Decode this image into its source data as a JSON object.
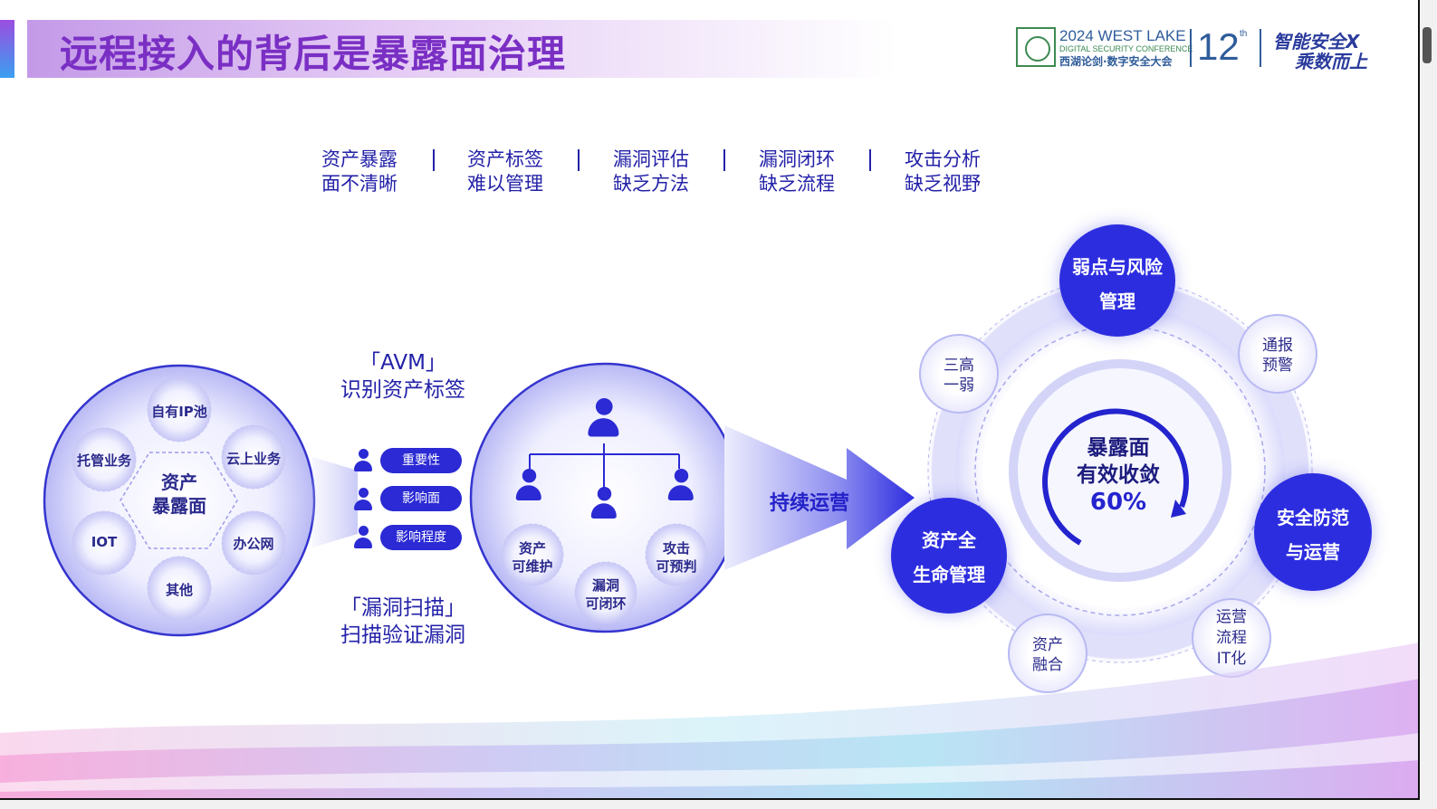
{
  "header": {
    "title": "远程接入的背后是暴露面治理",
    "logo_line1": "2024 WEST LAKE",
    "logo_line2": "DIGITAL SECURITY CONFERENCE",
    "logo_line3": "西湖论剑·数字安全大会",
    "logo_edition": "12",
    "logo_edition_suffix": "th",
    "slogan_line1": "智能安全X",
    "slogan_line2": "乘数而上"
  },
  "issues": [
    {
      "line1": "资产暴露",
      "line2": "面不清晰"
    },
    {
      "line1": "资产标签",
      "line2": "难以管理"
    },
    {
      "line1": "漏洞评估",
      "line2": "缺乏方法"
    },
    {
      "line1": "漏洞闭环",
      "line2": "缺乏流程"
    },
    {
      "line1": "攻击分析",
      "line2": "缺乏视野"
    }
  ],
  "exposure_circle": {
    "center_line1": "资产",
    "center_line2": "暴露面",
    "items": [
      "自有IP池",
      "云上业务",
      "办公网",
      "其他",
      "IOT",
      "托管业务"
    ]
  },
  "avm": {
    "label_line1": "「AVM」",
    "label_line2": "识别资产标签",
    "tags": [
      "重要性",
      "影响面",
      "影响程度"
    ],
    "scan_line1": "「漏洞扫描」",
    "scan_line2": "扫描验证漏洞"
  },
  "org_circle": {
    "items": [
      {
        "line1": "资产",
        "line2": "可维护"
      },
      {
        "line1": "漏洞",
        "line2": "可闭环"
      },
      {
        "line1": "攻击",
        "line2": "可预判"
      }
    ]
  },
  "arrow_label": "持续运营",
  "cycle": {
    "center_line1": "暴露面",
    "center_line2": "有效收敛",
    "center_value": "60%",
    "big_nodes": [
      {
        "line1": "弱点与风险",
        "line2": "管理"
      },
      {
        "line1": "安全防范",
        "line2": "与运营"
      },
      {
        "line1": "资产全",
        "line2": "生命管理"
      }
    ],
    "small_nodes": [
      {
        "line1": "三高",
        "line2": "一弱",
        "line3": ""
      },
      {
        "line1": "通报",
        "line2": "预警",
        "line3": ""
      },
      {
        "line1": "运营",
        "line2": "流程",
        "line3": "IT化"
      },
      {
        "line1": "资产",
        "line2": "融合",
        "line3": ""
      }
    ]
  },
  "colors": {
    "title": "#7a2fc4",
    "primary": "#2d2de0",
    "text": "#2b2a8c"
  }
}
